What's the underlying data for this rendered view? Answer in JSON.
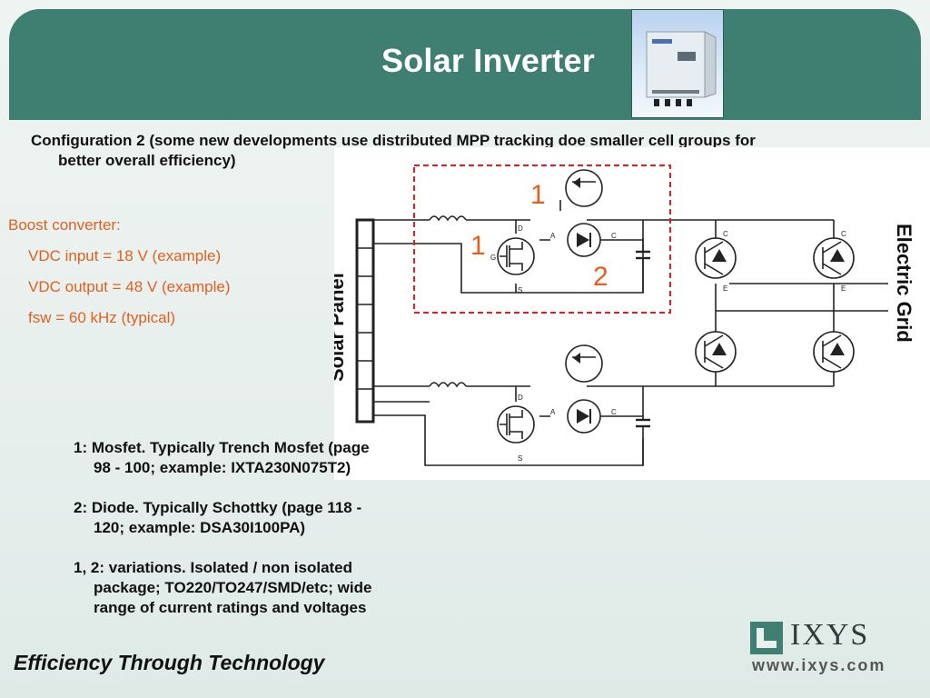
{
  "slide": {
    "title": "Solar Inverter",
    "subtitle_line1": "Configuration 2 (some new developments use distributed MPP tracking doe smaller cell groups for",
    "subtitle_line2": "better overall efficiency)"
  },
  "boost": {
    "heading": "Boost converter:",
    "items": [
      "VDC input = 18 V (example)",
      "VDC output = 48 V (example)",
      "fsw = 60 kHz (typical)"
    ],
    "bullet": "",
    "color": "#e06020"
  },
  "diagram": {
    "solar_panel_label": "Solar Panel",
    "electric_grid_label": "Electric Grid",
    "callout_1_top": "1",
    "callout_1_left": "1",
    "callout_2": "2",
    "callout_color": "#e06020",
    "pins": {
      "d": "D",
      "s": "S",
      "g": "G",
      "a": "A",
      "c": "C",
      "e": "E"
    }
  },
  "notes": [
    {
      "line1": "1: Mosfet. Typically Trench Mosfet (page",
      "line2": "98 - 100; example: IXTA230N075T2)"
    },
    {
      "line1": "2: Diode. Typically Schottky (page 118 -",
      "line2": "120; example: DSA30I100PA)"
    },
    {
      "line1": "1, 2: variations. Isolated / non isolated",
      "line2": "package; TO220/TO247/SMD/etc; wide",
      "line3": "range of current ratings and voltages"
    }
  ],
  "footer": {
    "tagline": "Efficiency Through Technology",
    "brand": "IXYS",
    "url": "www.ixys.com",
    "brand_color": "#3f7f72"
  },
  "colors": {
    "header": "#3f7f72",
    "accent": "#e06020"
  }
}
